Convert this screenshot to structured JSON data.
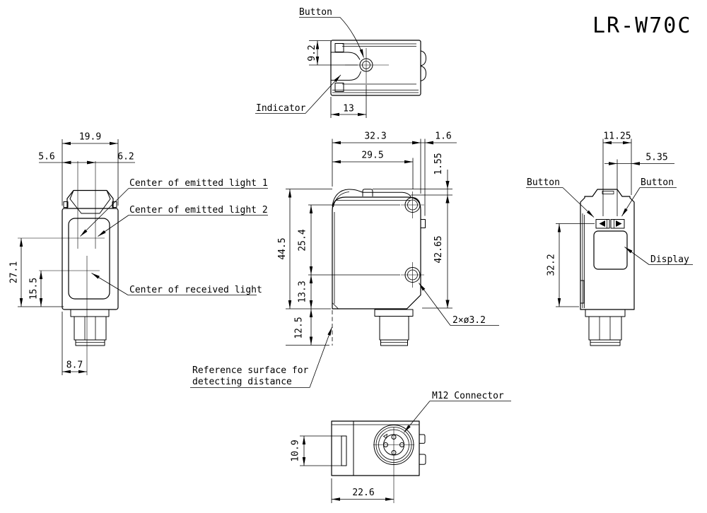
{
  "title": "LR-W70C",
  "colors": {
    "line": "#000000",
    "background": "#ffffff"
  },
  "views": {
    "top": {
      "labels": {
        "button": "Button",
        "indicator": "Indicator"
      },
      "dims": {
        "button_depth": "9.2",
        "button_offset": "13"
      }
    },
    "left": {
      "labels": {
        "emitted1": "Center of emitted light 1",
        "emitted2": "Center of emitted light 2",
        "received": "Center of received light"
      },
      "dims": {
        "depth": "19.9",
        "edge_to_emitted1": "5.6",
        "emitted1_to_emitted2": "6.2",
        "emitted_height": "27.1",
        "received_height": "15.5",
        "edge_to_received": "8.7"
      }
    },
    "front": {
      "labels": {
        "holes": "2×ø3.2",
        "reference_line1": "Reference surface for",
        "reference_line2": "detecting distance"
      },
      "dims": {
        "width": "32.3",
        "side_tab": "1.6",
        "hole_offset": "29.5",
        "top_step": "1.55",
        "overall_height": "44.5",
        "hole_pitch": "25.4",
        "hole_to_bottom": "13.3",
        "connector_length": "12.5",
        "body_height": "42.65"
      }
    },
    "right": {
      "labels": {
        "button_left": "Button",
        "button_right": "Button",
        "display": "Display"
      },
      "dims": {
        "button_span": "11.25",
        "button_pitch": "5.35",
        "button_height": "32.2"
      }
    },
    "bottom": {
      "labels": {
        "connector": "M12 Connector"
      },
      "dims": {
        "slot_height": "10.9",
        "connector_offset": "22.6"
      }
    }
  }
}
